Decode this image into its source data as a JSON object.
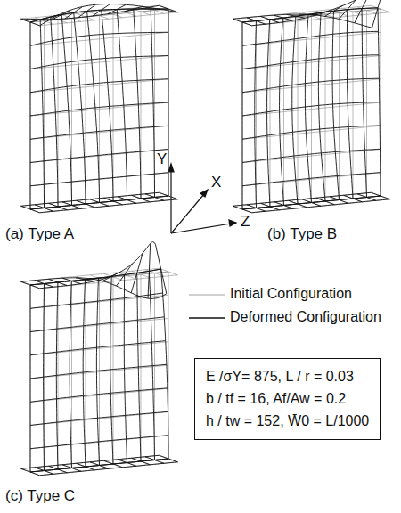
{
  "diagram": {
    "nodes": [
      {
        "text": [
          "E /σY= 875, L / r = 0.03",
          "b / tf = 16,   Af/Aw = 0.2",
          "h / tw = 152, W̄0 = L/1000"
        ]
      }
    ],
    "labels": [
      "(a) Type A",
      "(b) Type B",
      "Y",
      "X",
      "Z",
      "(c) Type C"
    ],
    "legend": [
      {
        "text": "Initial Configuration"
      },
      {
        "text": "Deformed Configuration"
      }
    ]
  }
}
